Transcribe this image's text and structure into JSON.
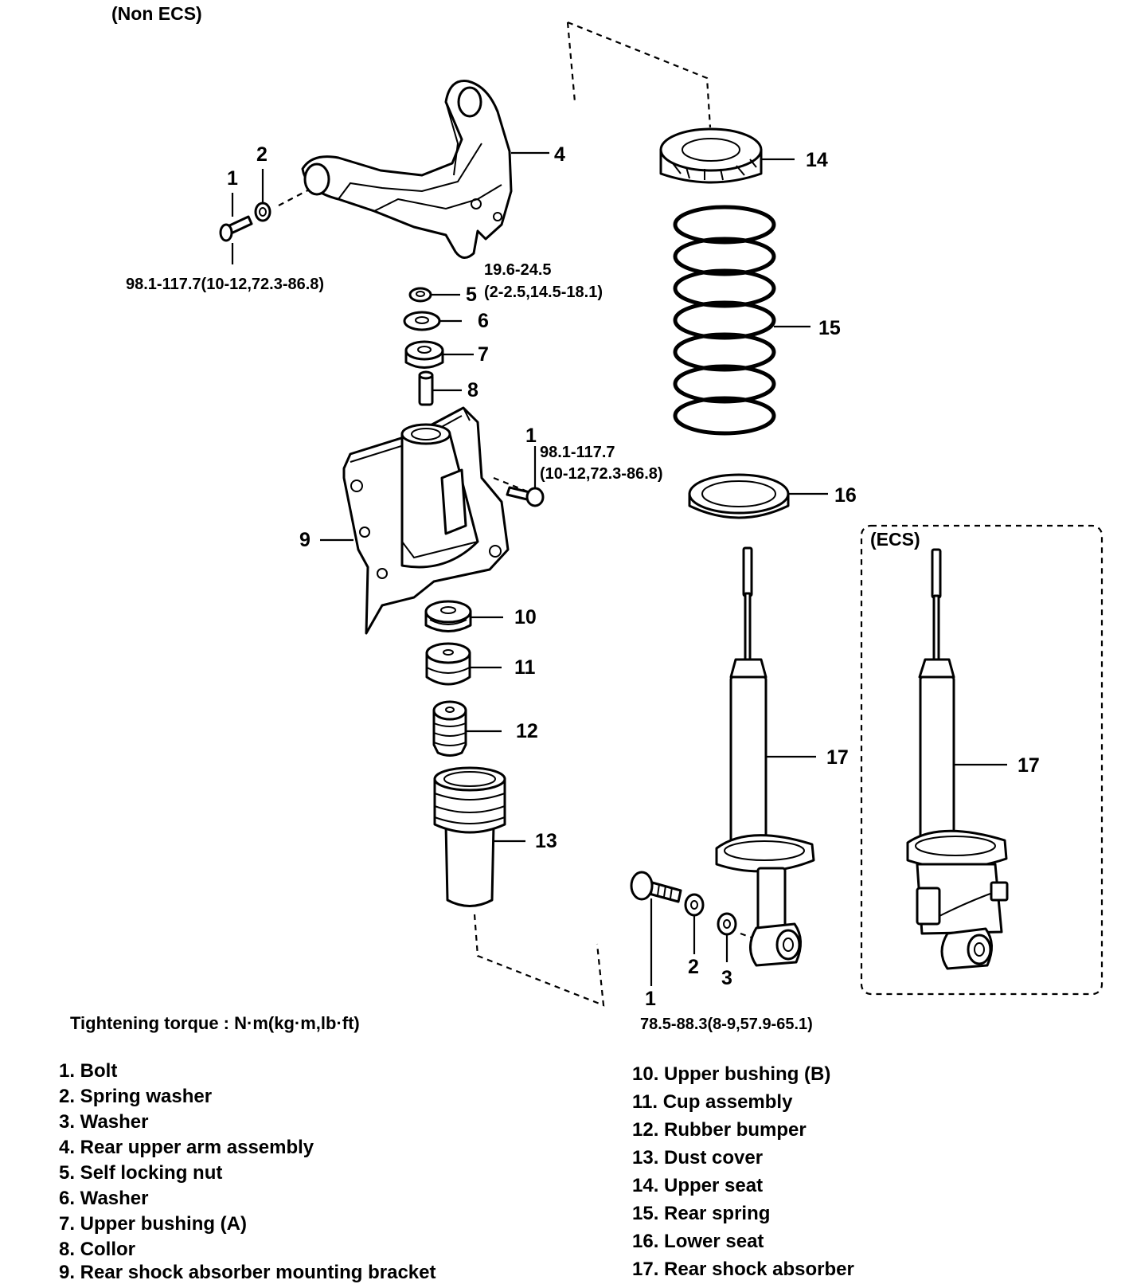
{
  "labels": {
    "non_ecs": "(Non ECS)",
    "ecs": "(ECS)",
    "torque_title": "Tightening torque : N·m(kg·m,lb·ft)"
  },
  "torques": {
    "upper_arm_bolt": "98.1-117.7(10-12,72.3-86.8)",
    "self_locking_nut_line1": "19.6-24.5",
    "self_locking_nut_line2": "(2-2.5,14.5-18.1)",
    "bracket_bolt_line1": "98.1-117.7",
    "bracket_bolt_line2": "(10-12,72.3-86.8)",
    "lower_bolt": "78.5-88.3(8-9,57.9-65.1)"
  },
  "callouts": {
    "c1": "1",
    "c2": "2",
    "c3": "3",
    "c4": "4",
    "c5": "5",
    "c6": "6",
    "c7": "7",
    "c8": "8",
    "c9": "9",
    "c10": "10",
    "c11": "11",
    "c12": "12",
    "c13": "13",
    "c14": "14",
    "c15": "15",
    "c16": "16",
    "c17": "17"
  },
  "legend_left": [
    "1. Bolt",
    "2. Spring washer",
    "3. Washer",
    "4. Rear upper arm assembly",
    "5. Self locking nut",
    "6. Washer",
    "7. Upper bushing (A)",
    "8. Collor",
    "9. Rear shock absorber mounting bracket"
  ],
  "legend_right": [
    "10. Upper bushing (B)",
    "11. Cup assembly",
    "12. Rubber bumper",
    "13. Dust cover",
    "14. Upper seat",
    "15. Rear spring",
    "16. Lower seat",
    "17. Rear shock absorber"
  ],
  "colors": {
    "ink": "#000000",
    "paper": "#ffffff"
  }
}
